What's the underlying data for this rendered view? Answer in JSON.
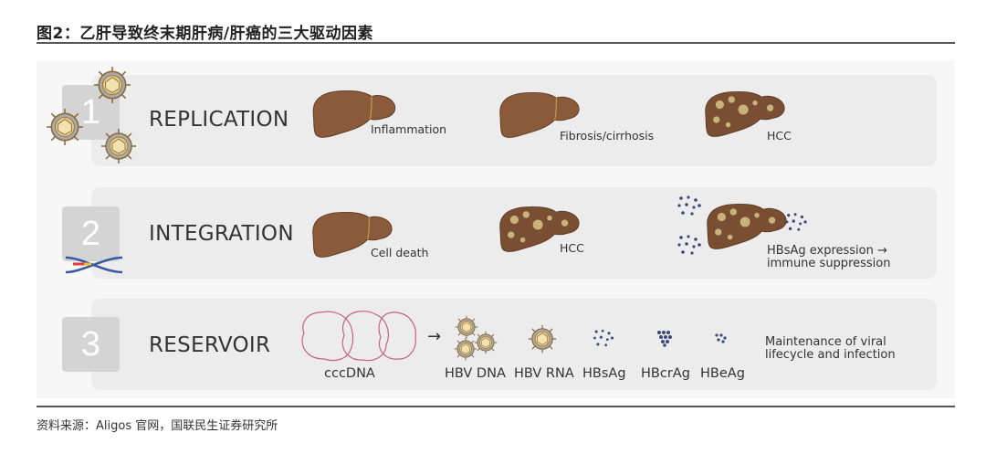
{
  "title": "图2：乙肝导致终末期肝病/肝癌的三大驱动因素",
  "source": "资料来源：Aligos 官网，国联民生证券研究所",
  "colors": {
    "liver": "#8b5a3a",
    "bar": "#ececec",
    "numbox": "#d4d4d4",
    "virus_core": "#e3c98a"
  },
  "rows": [
    {
      "number": "1",
      "label": "REPLICATION",
      "stages": [
        "Inflammation",
        "Fibrosis/cirrhosis",
        "HCC"
      ]
    },
    {
      "number": "2",
      "label": "INTEGRATION",
      "stages": [
        "Cell death",
        "HCC"
      ],
      "extra_line1": "HBsAg expression →",
      "extra_line2": "immune suppression"
    },
    {
      "number": "3",
      "label": "RESERVOIR",
      "items": [
        "cccDNA",
        "HBV DNA",
        "HBV RNA",
        "HBsAg",
        "HBcrAg",
        "HBeAg"
      ],
      "note_line1": "Maintenance of viral",
      "note_line2": "lifecycle and infection",
      "arrow": "→"
    }
  ]
}
